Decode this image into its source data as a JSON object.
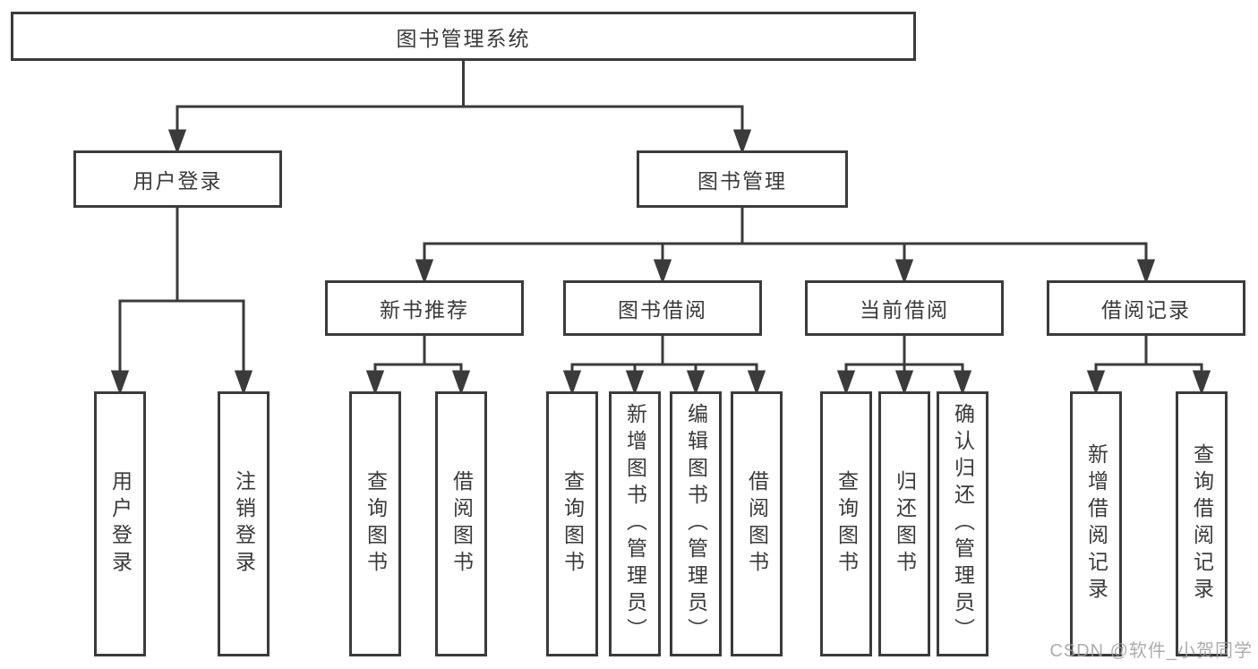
{
  "tree": {
    "root": "图书管理系统",
    "branches": [
      {
        "label": "用户登录",
        "leaves": [
          "用户登录",
          "注销登录"
        ]
      },
      {
        "label": "图书管理",
        "groups": [
          {
            "label": "新书推荐",
            "leaves": [
              "查询图书",
              "借阅图书"
            ]
          },
          {
            "label": "图书借阅",
            "leaves": [
              "查询图书",
              "新增图书（管理员）",
              "编辑图书（管理员）",
              "借阅图书"
            ]
          },
          {
            "label": "当前借阅",
            "leaves": [
              "查询图书",
              "归还图书",
              "确认归还（管理员）"
            ]
          },
          {
            "label": "借阅记录",
            "leaves": [
              "新增借阅记录",
              "查询借阅记录"
            ]
          }
        ]
      }
    ]
  },
  "watermark": "CSDN @软件_小贺同学",
  "colors": {
    "line": "#3b3b3b",
    "text": "#3a3a3a",
    "watermark": "#9e9e9e",
    "background": "#ffffff"
  }
}
